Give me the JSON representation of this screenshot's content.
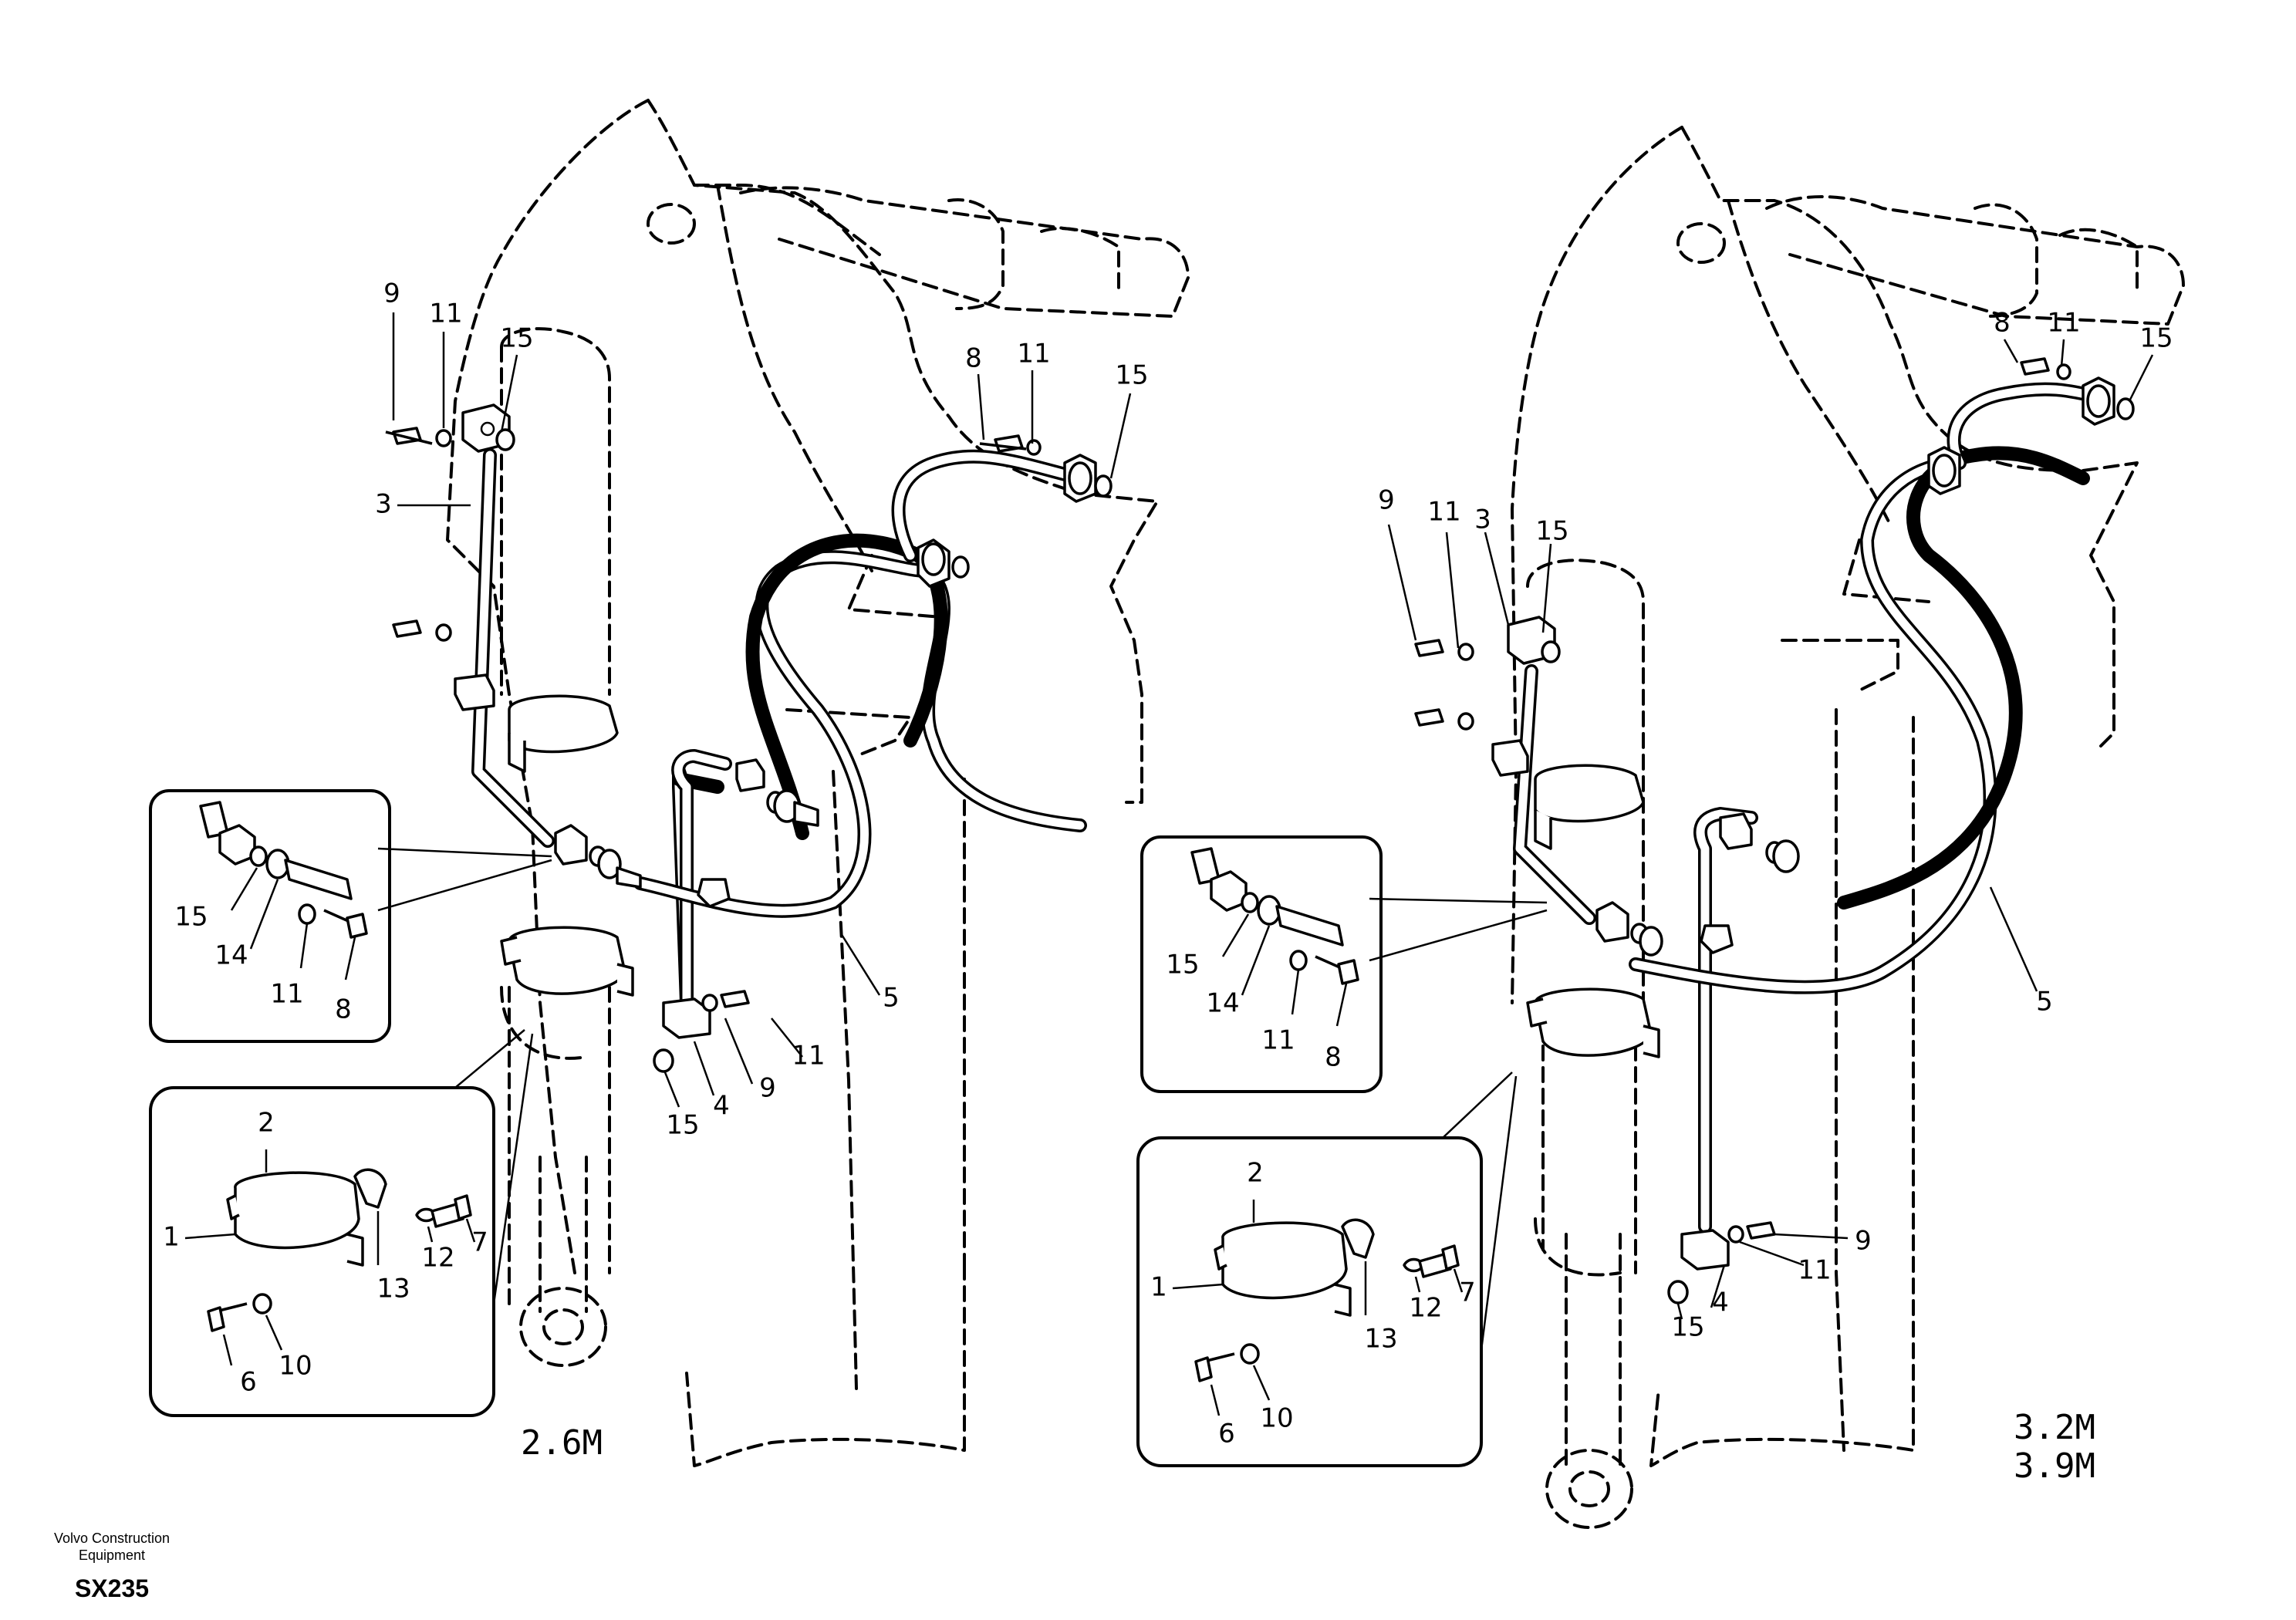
{
  "left_view": {
    "variant_label": "2.6M",
    "part_labels": [
      "9",
      "11",
      "15",
      "3",
      "8",
      "11",
      "15",
      "15",
      "14",
      "11",
      "8",
      "5",
      "11",
      "9",
      "15",
      "4",
      "2",
      "1",
      "13",
      "12",
      "7",
      "6",
      "10"
    ]
  },
  "right_view": {
    "variant_label_1": "3.2M",
    "variant_label_2": "3.9M",
    "part_labels": [
      "8",
      "11",
      "15",
      "9",
      "11",
      "3",
      "15",
      "15",
      "14",
      "11",
      "8",
      "5",
      "9",
      "11",
      "15",
      "4",
      "2",
      "1",
      "13",
      "12",
      "7",
      "6",
      "10"
    ]
  },
  "footer": {
    "brand_line_1": "Volvo Construction",
    "brand_line_2": "Equipment",
    "model": "SX235"
  }
}
